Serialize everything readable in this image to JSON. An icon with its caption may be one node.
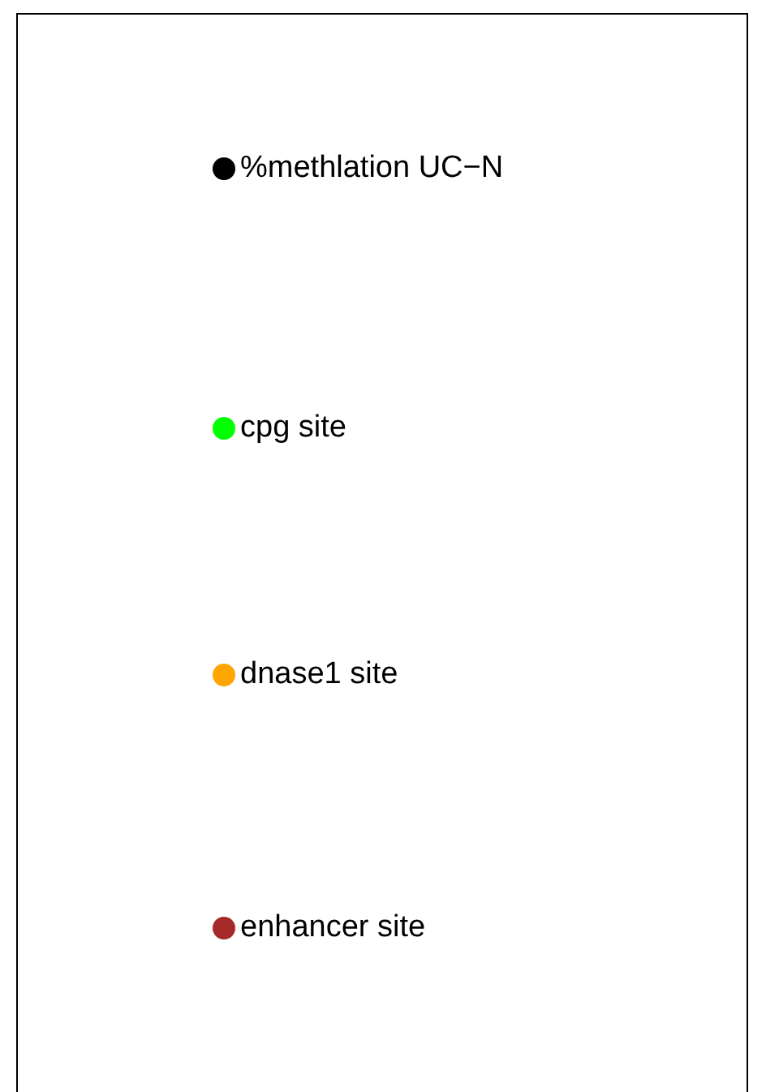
{
  "diagram": {
    "legend": [
      {
        "text": "%methlation UC−N",
        "color": "#000000"
      },
      {
        "text": "cpg site",
        "color": "#00ff00"
      },
      {
        "text": "dnase1 site",
        "color": "#ffa500"
      },
      {
        "text": "enhancer site",
        "color": "#a52a2a"
      }
    ]
  }
}
